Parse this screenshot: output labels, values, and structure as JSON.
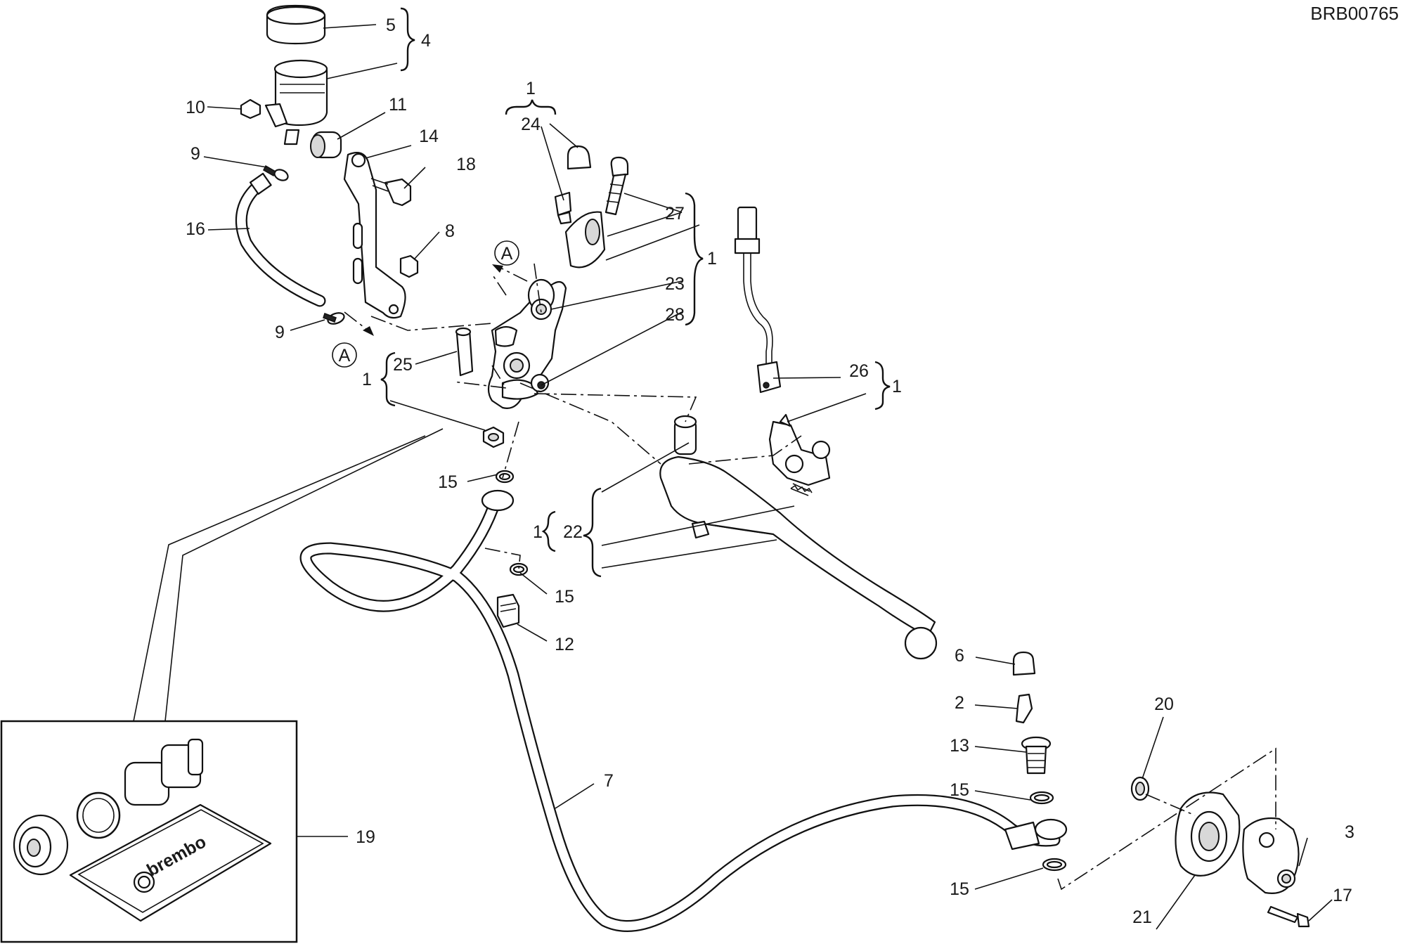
{
  "diagram_code": "BRB00765",
  "view_markers": [
    "A",
    "A"
  ],
  "callouts": [
    "1",
    "2",
    "3",
    "4",
    "5",
    "6",
    "7",
    "8",
    "9",
    "10",
    "11",
    "12",
    "13",
    "14",
    "15",
    "16",
    "17",
    "18",
    "19",
    "20",
    "21",
    "22",
    "23",
    "24",
    "25",
    "26",
    "27",
    "28"
  ],
  "kit_brand_logo_text": "brembo"
}
